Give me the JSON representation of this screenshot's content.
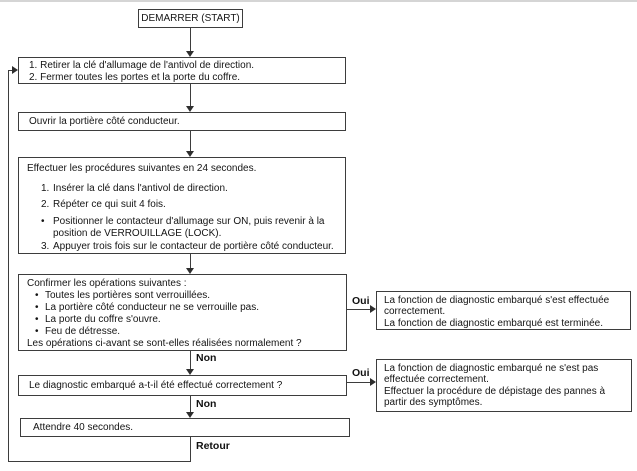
{
  "page": {
    "top_border_color": "#d5d5d5",
    "line_color": "#3d3d3d"
  },
  "flow": {
    "start": "DEMARRER (START)",
    "step_remove_key": {
      "line1": "1. Retirer la clé d'allumage de l'antivol de direction.",
      "line2": "2. Fermer toutes les portes et la porte du coffre."
    },
    "step_open_door": "Ouvrir la portière côté conducteur.",
    "step_procedures": {
      "title": "Effectuer les procédures suivantes en 24 secondes.",
      "items": [
        {
          "marker": "1.",
          "text": "Insérer la clé dans l'antivol de direction."
        },
        {
          "marker": "2.",
          "text": "Répéter ce qui suit 4 fois."
        },
        {
          "marker": "•",
          "text": "Positionner le contacteur d'allumage sur ON, puis revenir à la position de VERROUILLAGE (LOCK)."
        },
        {
          "marker": "3.",
          "text": "Appuyer trois fois sur le contacteur de portière côté conducteur."
        }
      ]
    },
    "step_confirm": {
      "title": "Confirmer les opérations suivantes :",
      "bullets": [
        {
          "marker": "•",
          "text": "Toutes les portières sont verrouillées."
        },
        {
          "marker": "•",
          "text": "La portière côté conducteur ne se verrouille pas."
        },
        {
          "marker": "•",
          "text": "La porte du coffre s'ouvre."
        },
        {
          "marker": "•",
          "text": "Feu de détresse."
        }
      ],
      "question": "Les opérations ci-avant se sont-elles réalisées normalement ?"
    },
    "result_success": {
      "line1": "La fonction de diagnostic embarqué s'est effectuée correctement.",
      "line2": "La fonction de diagnostic embarqué est terminée."
    },
    "step_diag_question": "Le diagnostic embarqué a-t-il été effectué correctement ?",
    "result_failure": {
      "line1": "La fonction de diagnostic embarqué ne s'est pas effectuée correctement.",
      "line2": "Effectuer la procédure de dépistage des pannes à partir des symptômes."
    },
    "step_wait": "Attendre 40 secondes.",
    "labels": {
      "yes1": "Oui",
      "no1": "Non",
      "yes2": "Oui",
      "no2": "Non",
      "return": "Retour"
    }
  }
}
